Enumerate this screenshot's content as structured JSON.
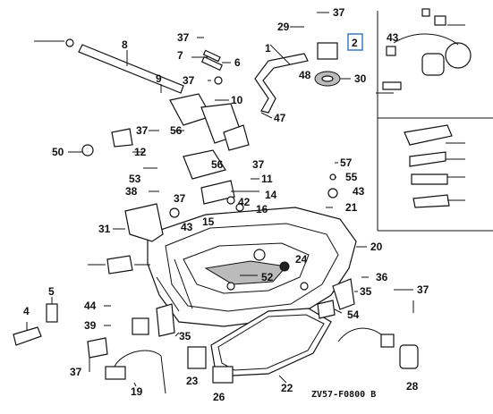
{
  "diagram": {
    "code": "ZV57-F0800 B",
    "labels": {
      "l1": "1",
      "l2": "2",
      "l4": "4",
      "l5": "5",
      "l6": "6",
      "l7": "7",
      "l8": "8",
      "l9": "9",
      "l10": "10",
      "l11": "11",
      "l12": "12",
      "l14": "14",
      "l15": "15",
      "l16": "16",
      "l19": "19",
      "l20": "20",
      "l21": "21",
      "l22": "22",
      "l23": "23",
      "l24": "24",
      "l26": "26",
      "l28": "28",
      "l29": "29",
      "l30": "30",
      "l31": "31",
      "l35a": "35",
      "l35b": "35",
      "l36": "36",
      "l37a": "37",
      "l37b": "37",
      "l37c": "37",
      "l37d": "37",
      "l37e": "37",
      "l37f": "37",
      "l37g": "37",
      "l37h": "37",
      "l38": "38",
      "l39": "39",
      "l42": "42",
      "l43a": "43",
      "l43b": "43",
      "l43c": "43",
      "l44": "44",
      "l47": "47",
      "l48": "48",
      "l50": "50",
      "l52": "52",
      "l53": "53",
      "l54": "54",
      "l55": "55",
      "l56a": "56",
      "l56b": "56",
      "l57": "57"
    }
  }
}
